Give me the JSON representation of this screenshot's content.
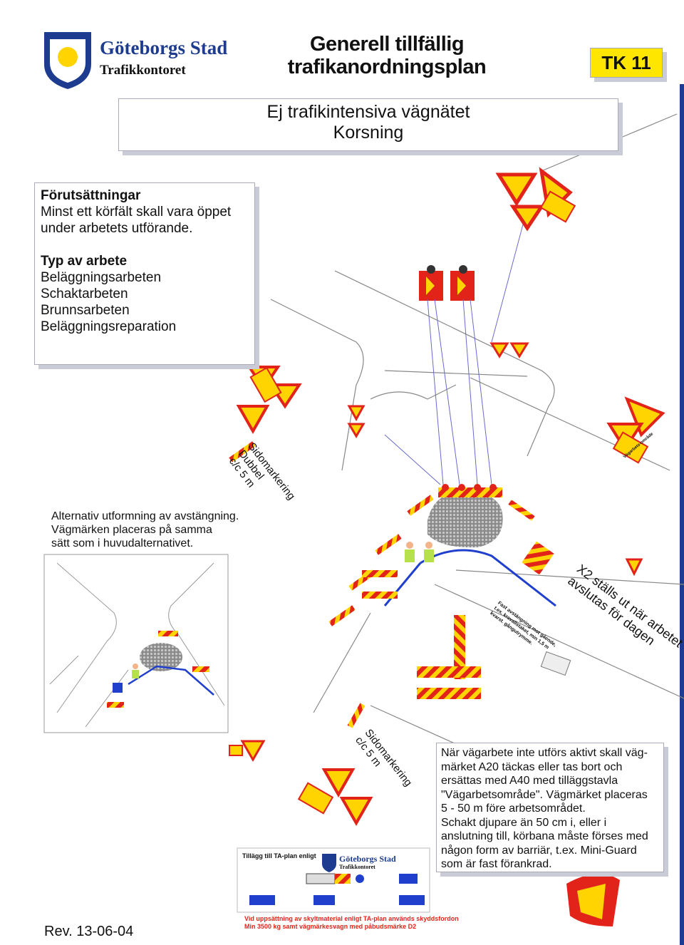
{
  "logo": {
    "name": "Göteborgs Stad",
    "sub": "Trafikkontoret"
  },
  "title_lines": [
    "Generell tillfällig",
    "trafikanordningsplan"
  ],
  "code": "TK 11",
  "subtitle": {
    "line1": "Ej trafikintensiva vägnätet",
    "line2": "Korsning"
  },
  "prereq": {
    "heading": "Förutsättningar",
    "lines": [
      "Minst ett körfält skall vara öppet",
      "under arbetets utförande."
    ],
    "work_heading": "Typ av arbete",
    "work_types": [
      "Beläggningsarbeten",
      "Schaktarbeten",
      "Brunnsarbeten",
      "Beläggningsreparation"
    ]
  },
  "alt": {
    "lines": [
      "Alternativ utformning av avstängning.",
      "Vägmärken placeras på samma",
      "sätt som i huvudalternativet."
    ]
  },
  "labels": {
    "side_marking_double": [
      "Sidomarkering",
      "Dubbel",
      "c/c    5 m"
    ],
    "side_marking": [
      "Sidomarkering",
      "c/c    5 m"
    ],
    "x2_note": [
      "X2 ställs ut när arbetet",
      "avslutas för dagen"
    ],
    "fixed_barrier": [
      "Fast avstängning mot gående,",
      "t.ex. kravallstaket, min 1,5 m",
      "kvarst. gångutrymme."
    ]
  },
  "sign_texts": {
    "plate": "Vägarbets-område"
  },
  "note": {
    "lines": [
      "När vägarbete inte utförs aktivt skall väg-",
      "märket A20 täckas eller tas bort och",
      "ersättas med A40 med tilläggstavla",
      "\"Vägarbetsområde\". Vägmärket placeras",
      "5 - 50 m före arbetsområdet.",
      "Schakt djupare än 50 cm i, eller i",
      "anslutning till, körbana måste förses med",
      "någon form av barriär, t.ex. Mini-Guard",
      "som är fast förankrad."
    ]
  },
  "supplement": {
    "label": "Tillägg till TA-plan enligt",
    "logo_name": "Göteborgs Stad",
    "logo_sub": "Trafikkontoret",
    "footer": [
      "Vid uppsättning av skyltmaterial enligt TA-plan används skyddsfordon",
      "Min 3500 kg samt vägmärkesvagn med påbudsmärke D2"
    ]
  },
  "revision": "Rev. 13-06-04",
  "colors": {
    "brand_blue": "#1d3c8f",
    "barrier_red": "#e2231a",
    "barrier_yellow": "#ffd400",
    "path_blue": "#1f3fcc",
    "box_shadow": "#c9ccd6"
  }
}
